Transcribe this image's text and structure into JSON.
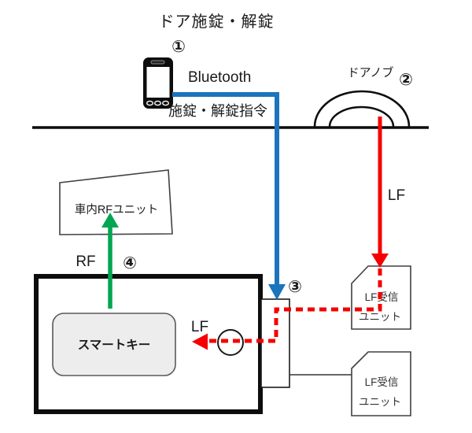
{
  "title": "ドア施錠・解錠",
  "colors": {
    "blue_line": "#1b74bc",
    "light_blue": "#29a9e0",
    "red": "#f50000",
    "green": "#00a651",
    "purple": "#7030a0",
    "key_fill": "#ededed"
  },
  "steps": {
    "s1": "①",
    "s2": "②",
    "s3": "③",
    "s4": "④"
  },
  "labels": {
    "bluetooth": "Bluetooth",
    "command": "施錠・解錠指令",
    "doorknob": "ドアノブ",
    "lf_right": "LF",
    "lf_left": "LF",
    "rf": "RF",
    "in_car_rf_unit": "車内RFユニット",
    "smart_key": "スマートキー",
    "lf_receiver_top": {
      "line1": "LF受信",
      "line2": "ユニット"
    },
    "lf_receiver_bottom": {
      "line1": "LF受信",
      "line2": "ユニット"
    }
  }
}
